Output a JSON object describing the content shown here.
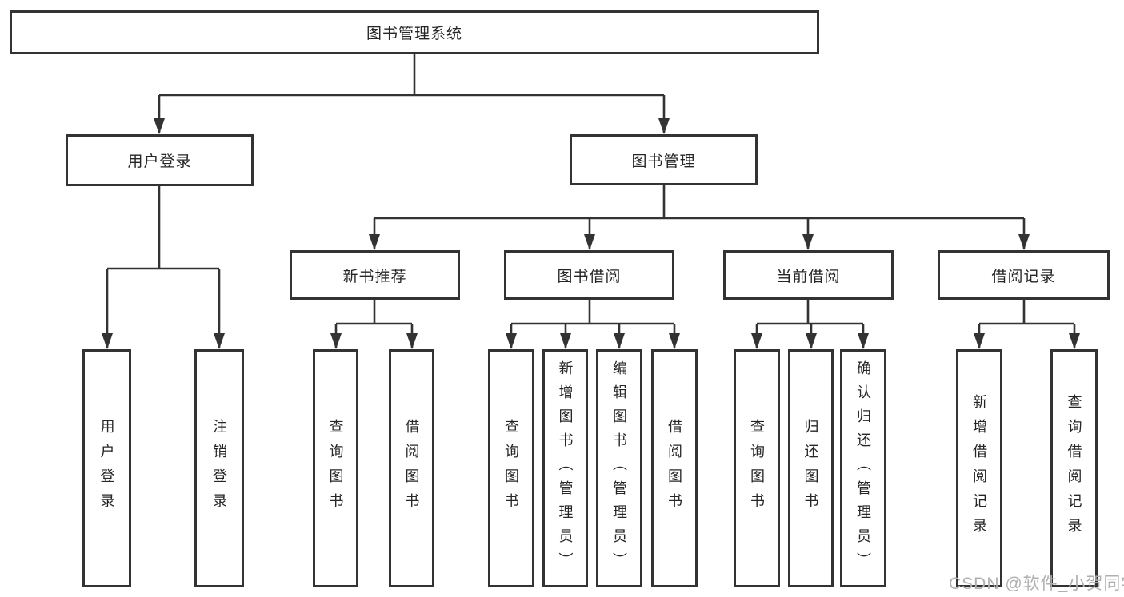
{
  "diagram": {
    "root": {
      "label": "图书管理系统"
    },
    "level2": [
      {
        "id": "user-login",
        "label": "用户登录"
      },
      {
        "id": "book-management",
        "label": "图书管理"
      }
    ],
    "level3": [
      {
        "id": "new-book-recommend",
        "label": "新书推荐"
      },
      {
        "id": "book-borrowing",
        "label": "图书借阅"
      },
      {
        "id": "current-borrowing",
        "label": "当前借阅"
      },
      {
        "id": "borrow-records",
        "label": "借阅记录"
      }
    ],
    "leaves": [
      {
        "id": "user-login",
        "label": "用户登录"
      },
      {
        "id": "logout",
        "label": "注销登录"
      },
      {
        "id": "query-books-recommend",
        "label": "查询图书"
      },
      {
        "id": "borrow-books-recommend",
        "label": "借阅图书"
      },
      {
        "id": "query-books-borrowing",
        "label": "查询图书"
      },
      {
        "id": "add-books-admin",
        "label": "新增图书（管理员）"
      },
      {
        "id": "edit-books-admin",
        "label": "编辑图书（管理员）"
      },
      {
        "id": "borrow-books-borrowing",
        "label": "借阅图书"
      },
      {
        "id": "query-books-current",
        "label": "查询图书"
      },
      {
        "id": "return-books",
        "label": "归还图书"
      },
      {
        "id": "confirm-return-admin",
        "label": "确认归还（管理员）"
      },
      {
        "id": "add-borrow-record",
        "label": "新增借阅记录"
      },
      {
        "id": "query-borrow-record",
        "label": "查询借阅记录"
      }
    ]
  },
  "watermark": {
    "text": "CSDN @软件_小贺同学"
  },
  "colors": {
    "line": "#333333",
    "text": "#262626",
    "watermark": "#b0b0b0",
    "background": "#ffffff"
  }
}
